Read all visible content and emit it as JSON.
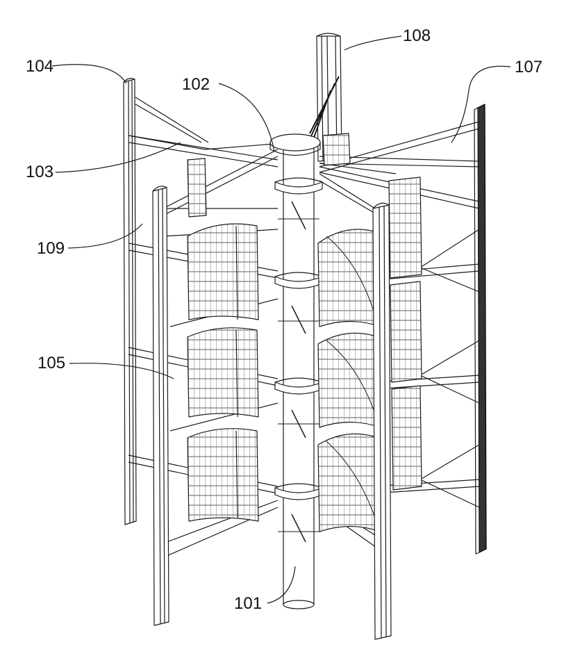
{
  "figure": {
    "labels": {
      "l101": "101",
      "l102": "102",
      "l103": "103",
      "l104": "104",
      "l105": "105",
      "l107": "107",
      "l108": "108",
      "l109": "109"
    },
    "stroke_color": "#1a1a1a",
    "fill_color": "#ffffff"
  }
}
